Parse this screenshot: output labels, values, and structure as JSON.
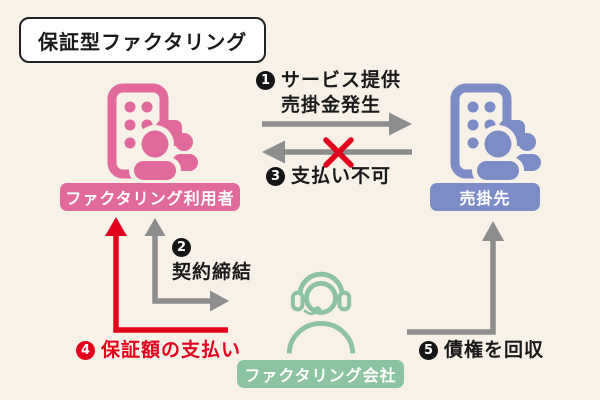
{
  "title": "保証型ファクタリング",
  "colors": {
    "background": "#f7f1e8",
    "pink": "#e2699c",
    "blue": "#7c8cc6",
    "green": "#8cc3a0",
    "gray_arrow": "#8d8d8d",
    "red": "#e3001b",
    "badge_black": "#151515",
    "text": "#1a1a1a"
  },
  "entities": {
    "factoring_user": {
      "label": "ファクタリング利用者",
      "icon": "building-people-icon"
    },
    "accounts_receivable_customer": {
      "label": "売掛先",
      "icon": "building-people-icon"
    },
    "factoring_company": {
      "label": "ファクタリング会社",
      "icon": "headset-person-icon"
    }
  },
  "flows": {
    "service": {
      "number": "1",
      "line1": "サービス提供",
      "line2": "売掛金発生",
      "from": "factoring_user",
      "to": "accounts_receivable_customer"
    },
    "contract": {
      "number": "2",
      "label": "契約締結",
      "from": "factoring_user",
      "to": "factoring_company"
    },
    "payment_failure": {
      "number": "3",
      "label": "支払い不可",
      "from": "accounts_receivable_customer",
      "to": "factoring_user",
      "crossed_out": true
    },
    "guarantee_payment": {
      "number": "4",
      "label": "保証額の支払い",
      "from": "factoring_company",
      "to": "factoring_user"
    },
    "collection": {
      "number": "5",
      "label": "債権を回収",
      "from": "factoring_company",
      "to": "accounts_receivable_customer"
    }
  }
}
